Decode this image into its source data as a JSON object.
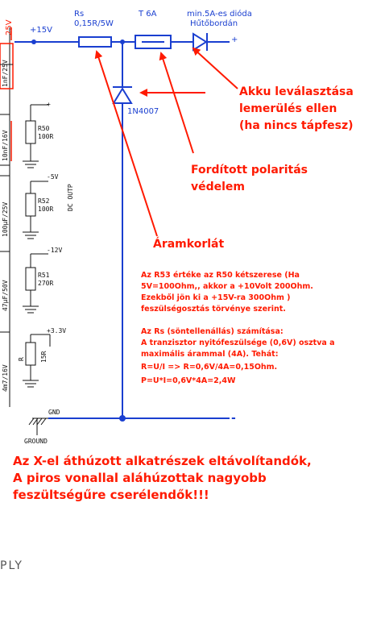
{
  "top": {
    "plus15": "+15V",
    "rs_name": "Rs",
    "rs_value": "0,15R/5W",
    "fuse": "T 6A",
    "diode_spec_1": "min.5A-es dióda",
    "diode_spec_2": "Hűtőbordán",
    "plus_term": "+",
    "minus_term": "-",
    "diode_1n4007": "1N4007",
    "v25": "25V"
  },
  "left_parts": {
    "c1": "1nF/25V",
    "c2": "10nF/16V",
    "r50_name": "R50",
    "r50_val": "100R",
    "minus5": "-5V",
    "dc_outp": "DC OUTP",
    "c3": "100µF/25V",
    "r52_name": "R52",
    "r52_val": "100R",
    "minus12": "-12V",
    "c4": "47µF/50V",
    "r51_name": "R51",
    "r51_val": "270R",
    "plus33": "+3.3V",
    "c5": "4m7/16V",
    "r": "R",
    "r15": "15R",
    "gnd": "GND",
    "ground": "GROUND",
    "ply": "PLY",
    "plus_small": "+"
  },
  "annotations": {
    "akku_1": "Akku leválasztása",
    "akku_2": "lemerülés ellen",
    "akku_3": "(ha nincs tápfesz)",
    "forditott_1": "Fordított polaritás",
    "forditott_2": "védelem",
    "aramkorlat": "Áramkorlát"
  },
  "notes": {
    "line1": "Az R53 értéke az R50 kétszerese (Ha",
    "line2": "5V=100Ohm,, akkor a +10Volt 200Ohm.",
    "line3": "Ezekből jön ki a +15V-ra 300Ohm )",
    "line4": "feszülségosztás törvénye szerint.",
    "line5": "Az Rs (söntellenállás) számítása:",
    "line6": "A tranzisztor nyitófeszülsége (0,6V) osztva a",
    "line7": "maximális árammal (4A). Tehát:",
    "line8": "R=U/I => R=0,6V/4A=0,15Ohm.",
    "line9": "P=U*I=0,6V*4A=2,4W"
  },
  "bottom": {
    "line1": "Az X-el áthúzott alkatrészek eltávolítandók,",
    "line2": "A piros vonallal aláhúzottak nagyobb",
    "line3": "feszültségűre cserélendők!!!"
  }
}
